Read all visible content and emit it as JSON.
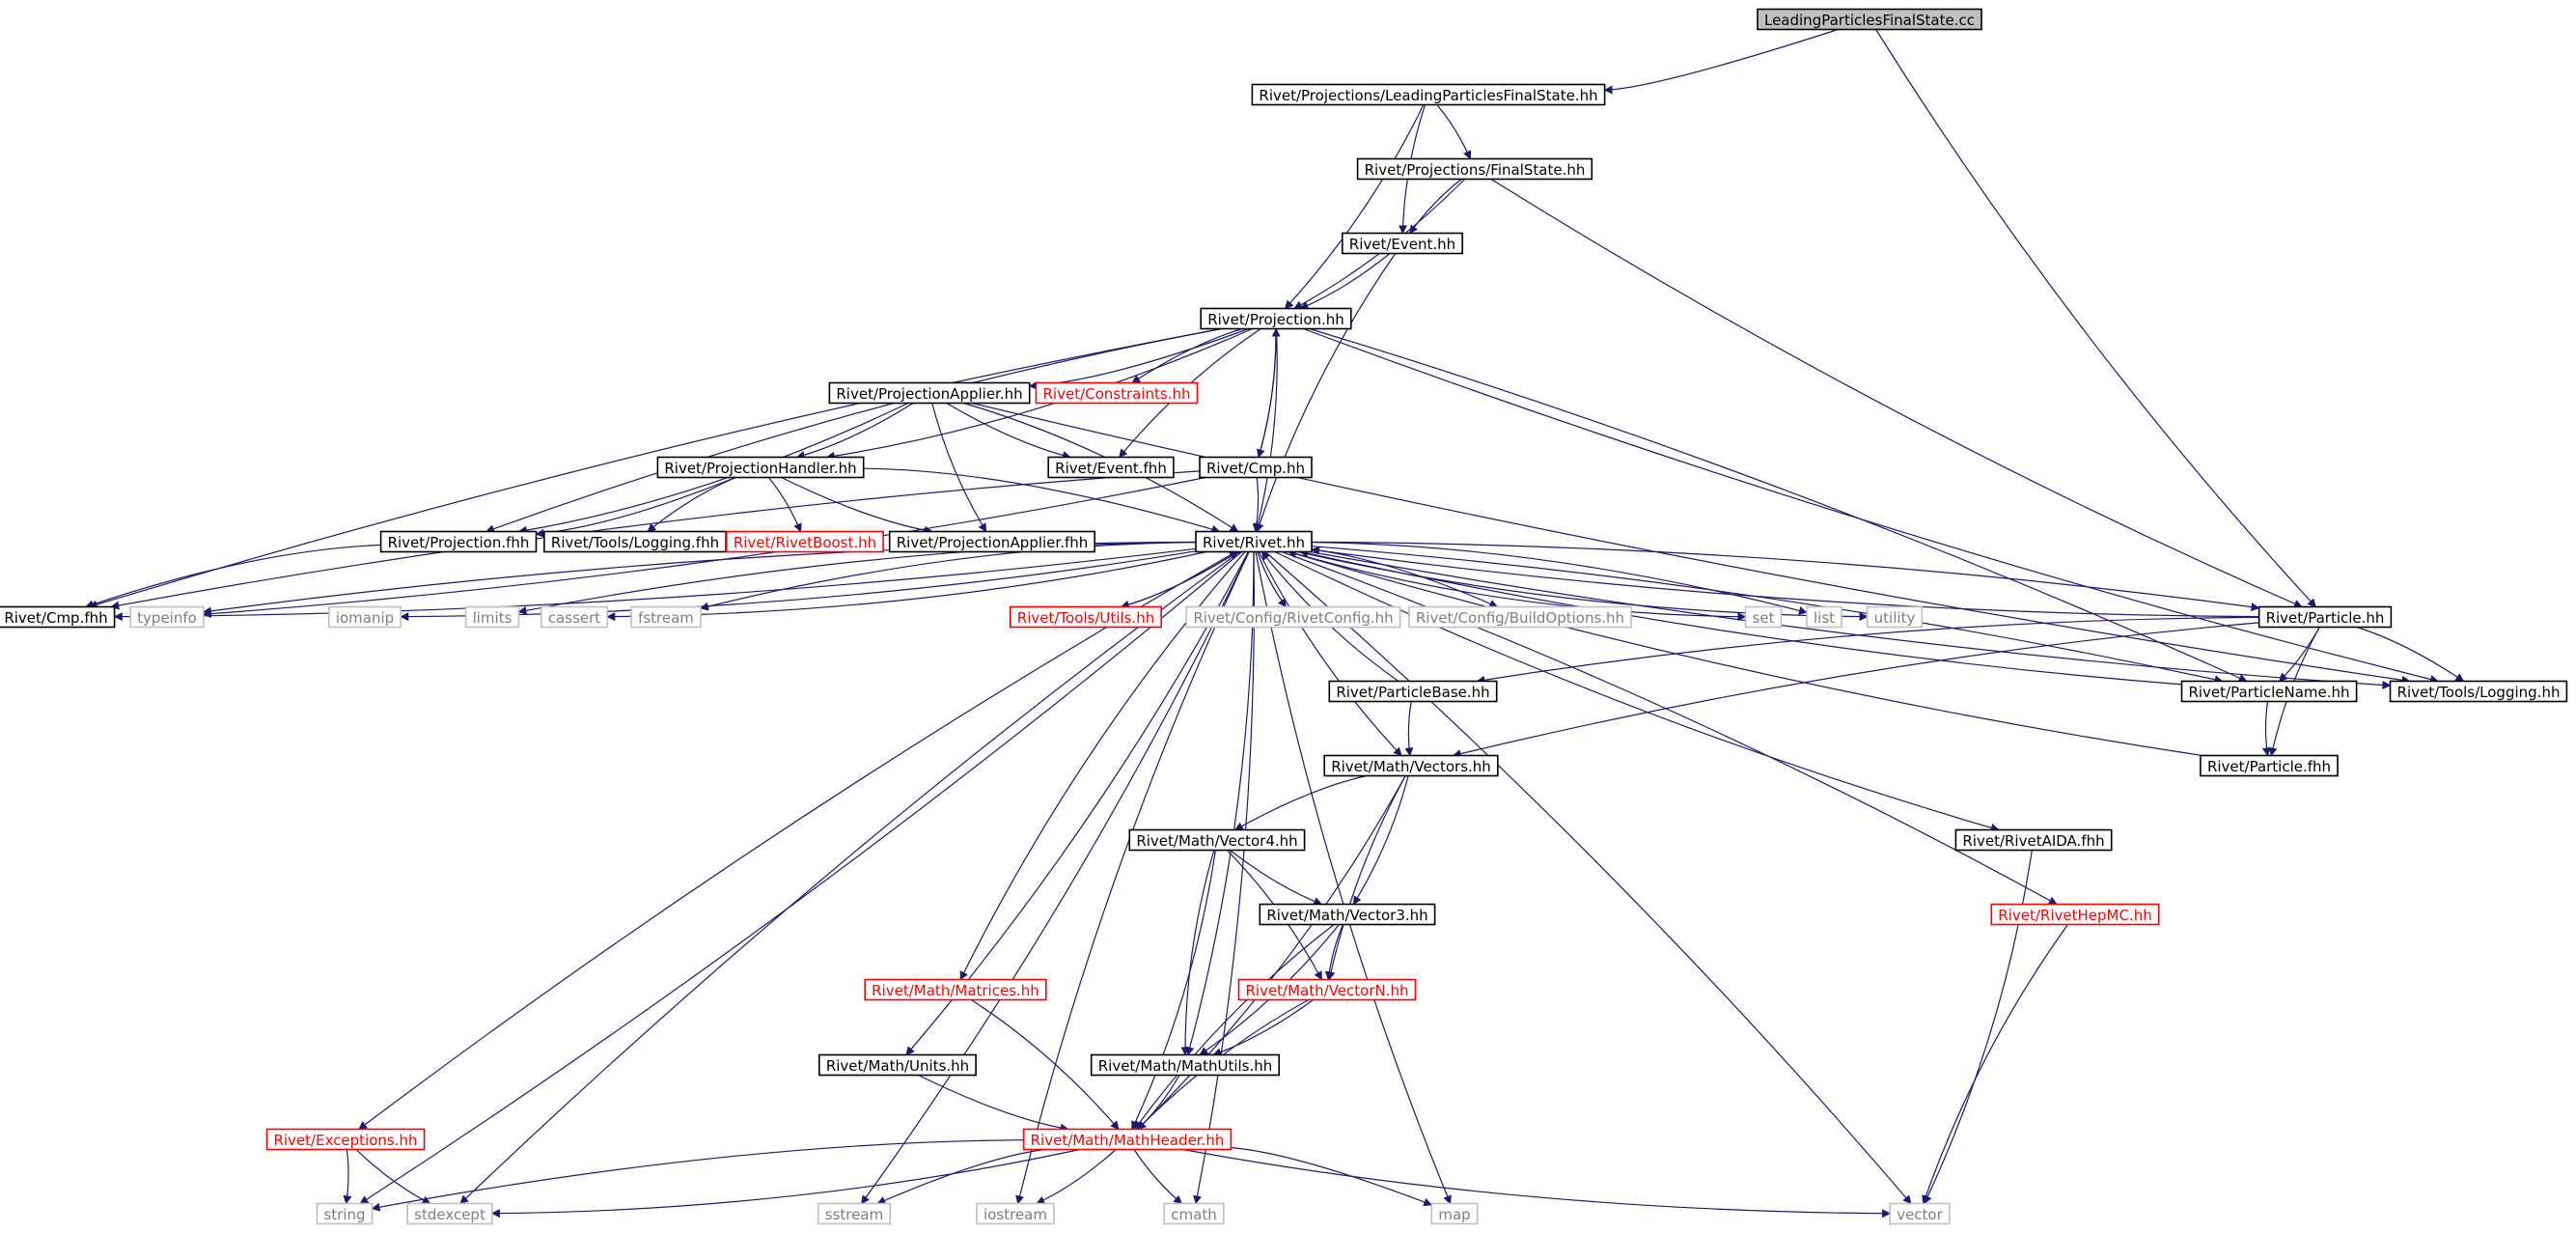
{
  "colors": {
    "edge": "#191970",
    "node_default_border": "#000000",
    "node_missing_border": "#bfbfbf",
    "node_undocumented_border": "#ff0000",
    "node_root_fill": "#bfbfbf",
    "text_default": "#000000",
    "text_missing": "#7f7f7f",
    "text_undocumented": "#ff0000"
  },
  "graph": {
    "nodes": [
      {
        "id": "root",
        "label": "LeadingParticlesFinalState.cc",
        "kind": "root"
      },
      {
        "id": "lpfs",
        "label": "Rivet/Projections/LeadingParticlesFinalState.hh",
        "kind": "normal"
      },
      {
        "id": "fs",
        "label": "Rivet/Projections/FinalState.hh",
        "kind": "normal"
      },
      {
        "id": "event",
        "label": "Rivet/Event.hh",
        "kind": "normal"
      },
      {
        "id": "proj",
        "label": "Rivet/Projection.hh",
        "kind": "normal"
      },
      {
        "id": "projapp",
        "label": "Rivet/ProjectionApplier.hh",
        "kind": "normal"
      },
      {
        "id": "constraints",
        "label": "Rivet/Constraints.hh",
        "kind": "undocumented"
      },
      {
        "id": "projhandler",
        "label": "Rivet/ProjectionHandler.hh",
        "kind": "normal"
      },
      {
        "id": "eventfhh",
        "label": "Rivet/Event.fhh",
        "kind": "normal"
      },
      {
        "id": "cmp",
        "label": "Rivet/Cmp.hh",
        "kind": "normal"
      },
      {
        "id": "projfhh",
        "label": "Rivet/Projection.fhh",
        "kind": "normal"
      },
      {
        "id": "loggingfhh",
        "label": "Rivet/Tools/Logging.fhh",
        "kind": "normal"
      },
      {
        "id": "rivetboost",
        "label": "Rivet/RivetBoost.hh",
        "kind": "undocumented"
      },
      {
        "id": "projappfhh",
        "label": "Rivet/ProjectionApplier.fhh",
        "kind": "normal"
      },
      {
        "id": "rivet",
        "label": "Rivet/Rivet.hh",
        "kind": "normal"
      },
      {
        "id": "cmpfhh",
        "label": "Rivet/Cmp.fhh",
        "kind": "normal"
      },
      {
        "id": "typeinfo",
        "label": "typeinfo",
        "kind": "missing"
      },
      {
        "id": "iomanip",
        "label": "iomanip",
        "kind": "missing"
      },
      {
        "id": "limits",
        "label": "limits",
        "kind": "missing"
      },
      {
        "id": "cassert",
        "label": "cassert",
        "kind": "missing"
      },
      {
        "id": "fstream",
        "label": "fstream",
        "kind": "missing"
      },
      {
        "id": "utils",
        "label": "Rivet/Tools/Utils.hh",
        "kind": "undocumented"
      },
      {
        "id": "rivetconfig",
        "label": "Rivet/Config/RivetConfig.hh",
        "kind": "missing"
      },
      {
        "id": "buildoptions",
        "label": "Rivet/Config/BuildOptions.hh",
        "kind": "missing"
      },
      {
        "id": "set",
        "label": "set",
        "kind": "missing"
      },
      {
        "id": "list",
        "label": "list",
        "kind": "missing"
      },
      {
        "id": "utility",
        "label": "utility",
        "kind": "missing"
      },
      {
        "id": "particle",
        "label": "Rivet/Particle.hh",
        "kind": "normal"
      },
      {
        "id": "logginghh",
        "label": "Rivet/Tools/Logging.hh",
        "kind": "normal"
      },
      {
        "id": "particlebase",
        "label": "Rivet/ParticleBase.hh",
        "kind": "normal"
      },
      {
        "id": "particlename",
        "label": "Rivet/ParticleName.hh",
        "kind": "normal"
      },
      {
        "id": "particlefhh",
        "label": "Rivet/Particle.fhh",
        "kind": "normal"
      },
      {
        "id": "vectors",
        "label": "Rivet/Math/Vectors.hh",
        "kind": "normal"
      },
      {
        "id": "vector4",
        "label": "Rivet/Math/Vector4.hh",
        "kind": "normal"
      },
      {
        "id": "vector3",
        "label": "Rivet/Math/Vector3.hh",
        "kind": "normal"
      },
      {
        "id": "vectorn",
        "label": "Rivet/Math/VectorN.hh",
        "kind": "undocumented"
      },
      {
        "id": "matrices",
        "label": "Rivet/Math/Matrices.hh",
        "kind": "undocumented"
      },
      {
        "id": "units",
        "label": "Rivet/Math/Units.hh",
        "kind": "normal"
      },
      {
        "id": "mathutils",
        "label": "Rivet/Math/MathUtils.hh",
        "kind": "normal"
      },
      {
        "id": "rivetaida",
        "label": "Rivet/RivetAIDA.fhh",
        "kind": "normal"
      },
      {
        "id": "rivethepmc",
        "label": "Rivet/RivetHepMC.hh",
        "kind": "undocumented"
      },
      {
        "id": "exceptions",
        "label": "Rivet/Exceptions.hh",
        "kind": "undocumented"
      },
      {
        "id": "mathheader",
        "label": "Rivet/Math/MathHeader.hh",
        "kind": "undocumented"
      },
      {
        "id": "string",
        "label": "string",
        "kind": "missing"
      },
      {
        "id": "stdexcept",
        "label": "stdexcept",
        "kind": "missing"
      },
      {
        "id": "sstream",
        "label": "sstream",
        "kind": "missing"
      },
      {
        "id": "iostream",
        "label": "iostream",
        "kind": "missing"
      },
      {
        "id": "cmath",
        "label": "cmath",
        "kind": "missing"
      },
      {
        "id": "map",
        "label": "map",
        "kind": "missing"
      },
      {
        "id": "vector",
        "label": "vector",
        "kind": "missing"
      }
    ],
    "edges": [
      [
        "root",
        "lpfs"
      ],
      [
        "root",
        "particle"
      ],
      [
        "lpfs",
        "fs"
      ],
      [
        "lpfs",
        "event"
      ],
      [
        "lpfs",
        "proj"
      ],
      [
        "fs",
        "event"
      ],
      [
        "fs",
        "proj"
      ],
      [
        "fs",
        "particle"
      ],
      [
        "event",
        "proj"
      ],
      [
        "event",
        "rivet"
      ],
      [
        "proj",
        "projapp"
      ],
      [
        "proj",
        "constraints"
      ],
      [
        "proj",
        "projhandler"
      ],
      [
        "proj",
        "eventfhh"
      ],
      [
        "proj",
        "cmp"
      ],
      [
        "proj",
        "projfhh"
      ],
      [
        "proj",
        "rivet"
      ],
      [
        "proj",
        "cmpfhh"
      ],
      [
        "proj",
        "particlename"
      ],
      [
        "proj",
        "logginghh"
      ],
      [
        "projapp",
        "projhandler"
      ],
      [
        "projapp",
        "eventfhh"
      ],
      [
        "projapp",
        "projfhh"
      ],
      [
        "projapp",
        "projappfhh"
      ],
      [
        "projapp",
        "rivet"
      ],
      [
        "projapp",
        "logginghh"
      ],
      [
        "projhandler",
        "projfhh"
      ],
      [
        "projhandler",
        "loggingfhh"
      ],
      [
        "projhandler",
        "rivetboost"
      ],
      [
        "projhandler",
        "projappfhh"
      ],
      [
        "projhandler",
        "rivet"
      ],
      [
        "cmp",
        "proj"
      ],
      [
        "cmp",
        "rivet"
      ],
      [
        "cmp",
        "cmpfhh"
      ],
      [
        "cmp",
        "typeinfo"
      ],
      [
        "projfhh",
        "cmpfhh"
      ],
      [
        "rivet",
        "cmpfhh"
      ],
      [
        "rivet",
        "typeinfo"
      ],
      [
        "rivet",
        "iomanip"
      ],
      [
        "rivet",
        "limits"
      ],
      [
        "rivet",
        "cassert"
      ],
      [
        "rivet",
        "fstream"
      ],
      [
        "rivet",
        "utils"
      ],
      [
        "rivet",
        "rivetconfig"
      ],
      [
        "rivet",
        "buildoptions"
      ],
      [
        "rivet",
        "set"
      ],
      [
        "rivet",
        "list"
      ],
      [
        "rivet",
        "utility"
      ],
      [
        "rivet",
        "particle"
      ],
      [
        "rivet",
        "logginghh"
      ],
      [
        "rivet",
        "particlename"
      ],
      [
        "rivet",
        "vectors"
      ],
      [
        "rivet",
        "mathutils"
      ],
      [
        "rivet",
        "matrices"
      ],
      [
        "rivet",
        "units"
      ],
      [
        "rivet",
        "exceptions"
      ],
      [
        "rivet",
        "string"
      ],
      [
        "rivet",
        "stdexcept"
      ],
      [
        "rivet",
        "sstream"
      ],
      [
        "rivet",
        "iostream"
      ],
      [
        "rivet",
        "cmath"
      ],
      [
        "rivet",
        "map"
      ],
      [
        "rivet",
        "vector"
      ],
      [
        "rivet",
        "rivetaida"
      ],
      [
        "rivet",
        "rivethepmc"
      ],
      [
        "utils",
        "rivet"
      ],
      [
        "particle",
        "rivet"
      ],
      [
        "particle",
        "particlebase"
      ],
      [
        "particle",
        "particlename"
      ],
      [
        "particle",
        "particlefhh"
      ],
      [
        "particle",
        "logginghh"
      ],
      [
        "particle",
        "vectors"
      ],
      [
        "particlebase",
        "rivet"
      ],
      [
        "particlebase",
        "vectors"
      ],
      [
        "particlename",
        "rivet"
      ],
      [
        "particlename",
        "particlefhh"
      ],
      [
        "particlefhh",
        "rivet"
      ],
      [
        "vectors",
        "vector4"
      ],
      [
        "vectors",
        "vector3"
      ],
      [
        "vectors",
        "vectorn"
      ],
      [
        "vectors",
        "mathheader"
      ],
      [
        "vector4",
        "vector3"
      ],
      [
        "vector4",
        "vectorn"
      ],
      [
        "vector4",
        "mathutils"
      ],
      [
        "vector4",
        "mathheader"
      ],
      [
        "vector3",
        "vectorn"
      ],
      [
        "vector3",
        "mathutils"
      ],
      [
        "vector3",
        "mathheader"
      ],
      [
        "vectorn",
        "mathutils"
      ],
      [
        "vectorn",
        "mathheader"
      ],
      [
        "matrices",
        "mathheader"
      ],
      [
        "units",
        "mathheader"
      ],
      [
        "mathutils",
        "mathheader"
      ],
      [
        "mathheader",
        "string"
      ],
      [
        "mathheader",
        "stdexcept"
      ],
      [
        "mathheader",
        "sstream"
      ],
      [
        "mathheader",
        "iostream"
      ],
      [
        "mathheader",
        "cmath"
      ],
      [
        "mathheader",
        "map"
      ],
      [
        "mathheader",
        "vector"
      ],
      [
        "exceptions",
        "string"
      ],
      [
        "exceptions",
        "stdexcept"
      ],
      [
        "rivetaida",
        "vector"
      ],
      [
        "rivethepmc",
        "vector"
      ]
    ]
  }
}
